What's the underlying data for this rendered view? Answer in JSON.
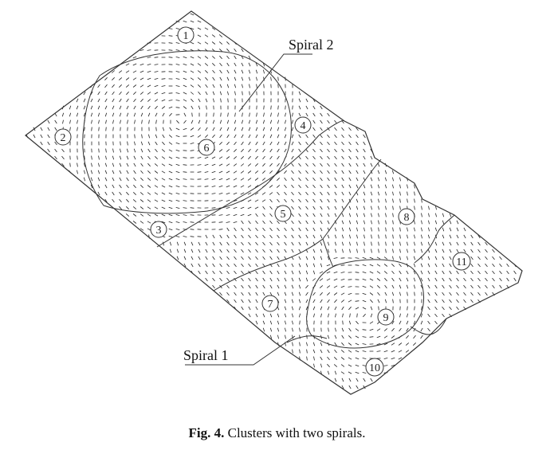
{
  "figure": {
    "regions": [
      "1",
      "2",
      "3",
      "4",
      "5",
      "6",
      "7",
      "8",
      "9",
      "10",
      "11"
    ],
    "spiral_labels": [
      "Spiral 2",
      "Spiral 1"
    ]
  },
  "caption": {
    "label": "Fig. 4.",
    "text": "Clusters with two spirals."
  }
}
